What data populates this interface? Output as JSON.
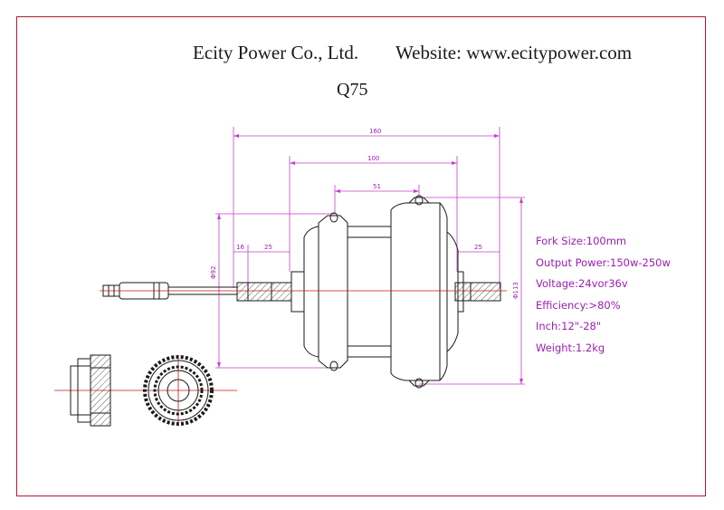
{
  "header": {
    "company": "Ecity Power Co., Ltd.",
    "website": "Website: www.ecitypower.com",
    "model": "Q75"
  },
  "dimensions": {
    "overall_width": "160",
    "inner_width": "100",
    "hub_width": "51",
    "left_offset_small": "16",
    "left_offset": "25",
    "right_offset": "25",
    "left_diameter": "Φ92",
    "right_diameter": "Φ113"
  },
  "specs": [
    "Fork Size:100mm",
    "Output Power:150w-250w",
    "Voltage:24vor36v",
    "Efficiency:>80%",
    "Inch:12\"-28\"",
    "Weight:1.2kg"
  ],
  "colors": {
    "dimension": "#c040c8",
    "outline": "#1a1a1a",
    "centerline": "#c01818",
    "frame": "#b01830"
  }
}
